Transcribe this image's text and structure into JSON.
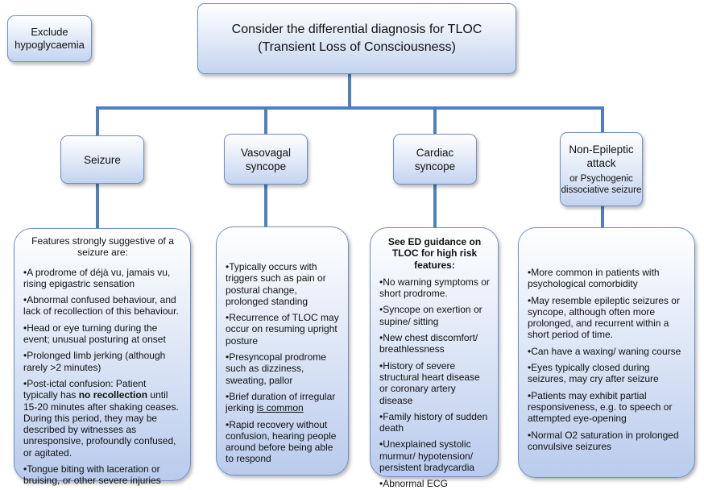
{
  "top": {
    "title_line1": "Consider the differential diagnosis for TLOC",
    "title_line2": "(Transient Loss of Consciousness)",
    "exclude_line1": "Exclude",
    "exclude_line2": "hypoglycaemia"
  },
  "categories": {
    "seizure": "Seizure",
    "vasovagal_line1": "Vasovagal",
    "vasovagal_line2": "syncope",
    "cardiac_line1": "Cardiac",
    "cardiac_line2": "syncope",
    "nea_line1": "Non-Epileptic",
    "nea_line2": "attack",
    "nea_sub": "or Psychogenic dissociative seizure"
  },
  "seizure": {
    "lead": "Features strongly suggestive of a seizure are:",
    "items": [
      "•A prodrome of déjà vu, jamais vu, rising epigastric sensation",
      "•Abnormal confused behaviour, and lack of recollection of this behaviour.",
      "•Head or eye turning during the event; unusual posturing at onset",
      "•Prolonged limb jerking (although rarely >2 minutes)"
    ],
    "postictal_a": "•Post-ictal confusion: Patient typically has ",
    "postictal_bold": "no recollection",
    "postictal_b": " until 15-20 minutes after shaking ceases. During this period, they may be described by witnesses as unresponsive, profoundly confused, or agitated.",
    "last": "•Tongue biting with laceration or bruising, or other severe injuries"
  },
  "vasovagal": {
    "items": [
      "•Typically occurs with triggers such as pain or postural change, prolonged standing",
      "•Recurrence of TLOC may occur on resuming  upright posture",
      "•Presyncopal prodrome such as dizziness, sweating, pallor"
    ],
    "brief_a": "•Brief duration of irregular jerking ",
    "brief_u": "is common",
    "last": "•Rapid recovery without confusion, hearing people around before being able to respond"
  },
  "cardiac": {
    "guidance": "See ED guidance on TLOC for high risk features:",
    "items": [
      "•No warning symptoms or short prodrome.",
      "•Syncope on exertion or supine/ sitting",
      "•New chest discomfort/ breathlessness",
      "•History of severe structural heart disease or coronary artery disease",
      "•Family history of sudden death",
      "•Unexplained systolic murmur/ hypotension/ persistent bradycardia",
      "•Abnormal ECG"
    ]
  },
  "nea": {
    "items": [
      "•More common in patients with psychological comorbidity",
      "•May resemble epileptic seizures or syncope, although often more prolonged, and recurrent within a short period of time.",
      "•Can have a waxing/ waning course",
      "•Eyes typically closed during seizures, may cry after seizure",
      "•Patients may exhibit partial responsiveness, e.g. to speech or attempted eye-opening",
      "•Normal O2 saturation in prolonged convulsive seizures"
    ]
  },
  "colors": {
    "connector": "#4f7fc2",
    "border": "#6f8fc6",
    "fill_light": "#dfe8f7",
    "fill_dark": "#c3d3ef"
  }
}
